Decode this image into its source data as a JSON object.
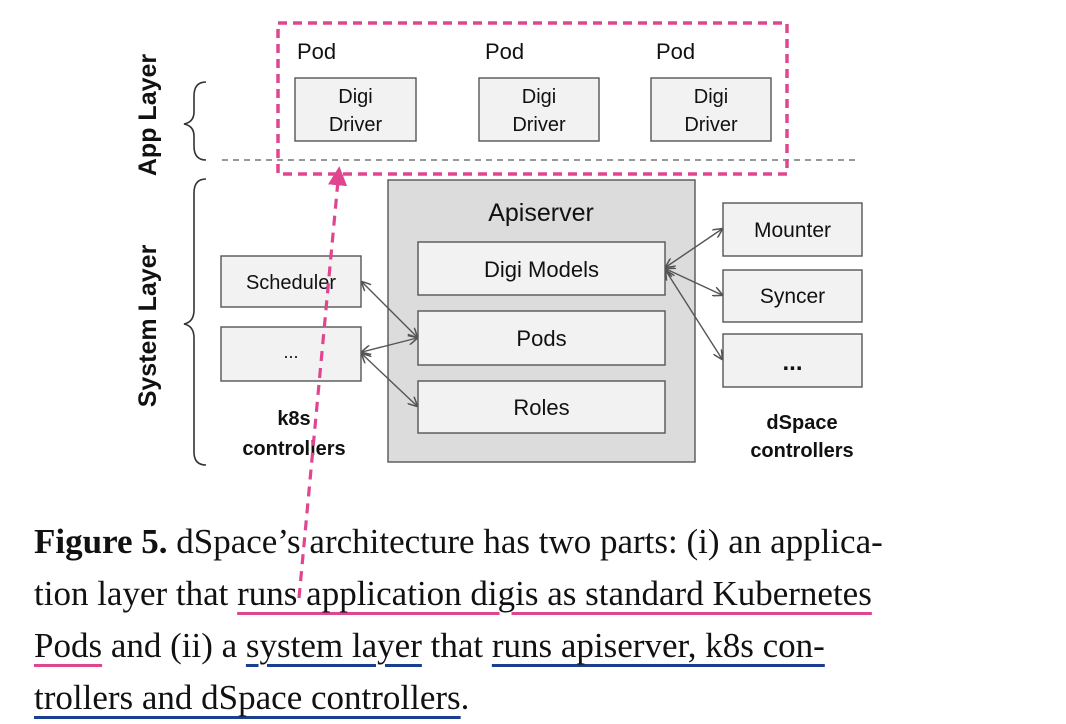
{
  "layers": {
    "app": "App Layer",
    "system": "System Layer"
  },
  "pods": [
    {
      "label": "Pod",
      "driver_line1": "Digi",
      "driver_line2": "Driver"
    },
    {
      "label": "Pod",
      "driver_line1": "Digi",
      "driver_line2": "Driver"
    },
    {
      "label": "Pod",
      "driver_line1": "Digi",
      "driver_line2": "Driver"
    }
  ],
  "apiserver": {
    "title": "Apiserver",
    "items": [
      "Digi Models",
      "Pods",
      "Roles"
    ]
  },
  "k8s_controllers": {
    "items": [
      "Scheduler",
      "..."
    ],
    "caption_line1": "k8s",
    "caption_line2": "controllers"
  },
  "dspace_controllers": {
    "items": [
      "Mounter",
      "Syncer",
      "..."
    ],
    "caption_line1": "dSpace",
    "caption_line2": "controllers"
  },
  "caption": {
    "label": "Figure 5.",
    "t1": " dSpace’s architecture has two parts: (i) an applica-",
    "t2": "tion layer that ",
    "u1": "runs application digis as standard Kubernetes",
    "u2": "Pods",
    "t3": " and (ii) a ",
    "u3": "system layer",
    "t4": " that ",
    "u4": "runs apiserver, k8s con-",
    "u5": "trollers and dSpace controllers",
    "t5": "."
  },
  "colors": {
    "pink": "#e0468f",
    "blue": "#1c3e8f",
    "box_fill": "#f2f2f2",
    "apiserver_fill": "#dcdcdc",
    "border": "#555555"
  }
}
